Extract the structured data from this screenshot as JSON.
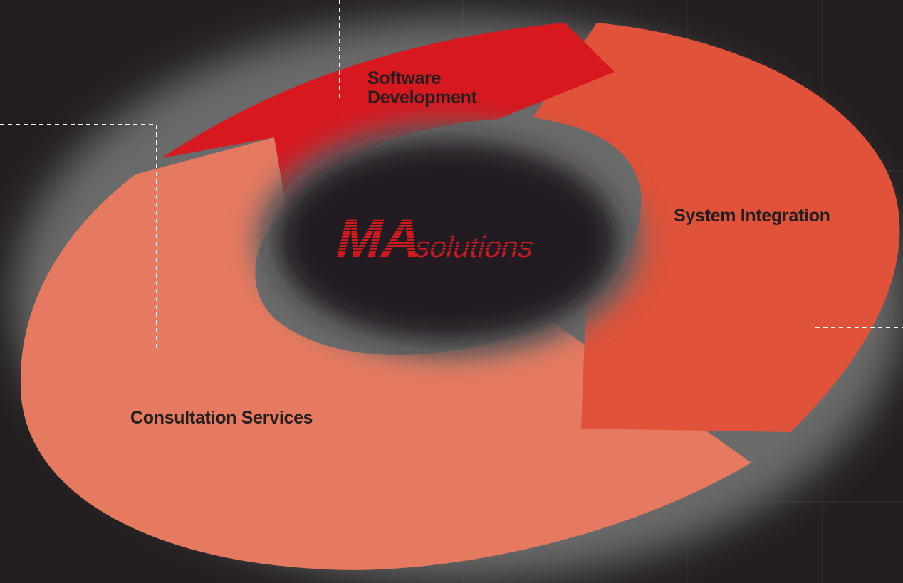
{
  "diagram": {
    "logo": {
      "text_primary": "MA",
      "text_secondary": "solutions"
    },
    "segments": [
      {
        "id": "software-development",
        "line1": "Software",
        "line2": "Development",
        "color": "#d7181f"
      },
      {
        "id": "system-integration",
        "label": "System Integration",
        "color": "#e0523a"
      },
      {
        "id": "consultation-services",
        "label": "Consultation Services",
        "color": "#e67a60"
      }
    ],
    "colors": {
      "background": "#231f20",
      "glow": "#6a6a6a",
      "text": "#231f20",
      "logo": "#d7181f",
      "connector": "#ffffff"
    }
  }
}
